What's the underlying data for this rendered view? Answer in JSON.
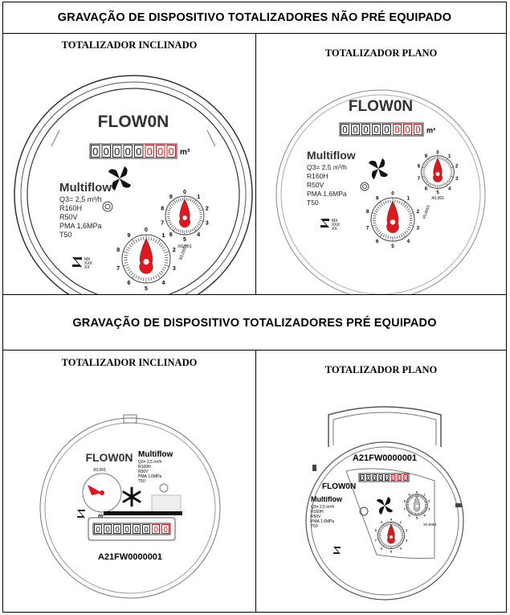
{
  "sections": [
    {
      "title": "GRAVAÇÃO DE DISPOSITIVO TOTALIZADORES NÃO PRÉ EQUIPADO"
    },
    {
      "title": "GRAVAÇÃO DE DISPOSITIVO TOTALIZADORES PRÉ EQUIPADO"
    }
  ],
  "panels": [
    {
      "label": "TOTALIZADOR INCLINADO"
    },
    {
      "label": "TOTALIZADOR PLANO"
    },
    {
      "label": "TOTALIZADOR INCLINADO"
    },
    {
      "label": "TOTALIZADOR PLANO"
    }
  ],
  "meter": {
    "brand": "FLOW0N",
    "model": "Multiflow",
    "specs": [
      "Q3= 2,5 m³/h",
      "R160H",
      "R50V",
      "PMA 1,6MPa",
      "T50"
    ],
    "unit": "m³",
    "reading": [
      "0",
      "0",
      "0",
      "0",
      "0",
      "0",
      "0",
      "0"
    ],
    "big_dial_numbers": [
      "0",
      "1",
      "2",
      "3",
      "4",
      "5",
      "6",
      "7",
      "8",
      "9"
    ],
    "small_dial_numbers": [
      "0",
      "1",
      "2",
      "3",
      "4",
      "5",
      "6",
      "7",
      "8",
      "9"
    ],
    "small_dial_label": "X0,001",
    "big_dial_label": "X0,0001",
    "inmetro_codes": [
      "MX",
      "XXX",
      "XX"
    ],
    "serial": "A21FW0000001",
    "small_dial_label_alt": "X0,0001"
  },
  "colors": {
    "red": "#e4161c",
    "grey": "#444444"
  }
}
